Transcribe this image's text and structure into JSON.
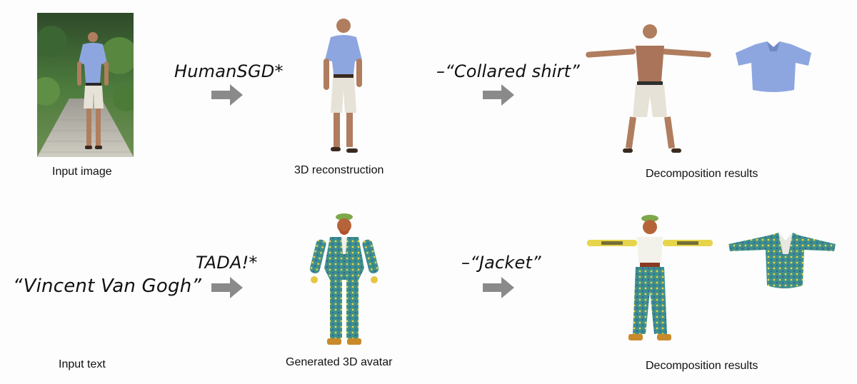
{
  "row1": {
    "input_caption": "Input image",
    "method_label": "HumanSGD*",
    "recon_caption": "3D reconstruction",
    "removal_label": "–“Collared shirt”",
    "result_caption": "Decomposition results"
  },
  "row2": {
    "input_text": "“Vincent Van Gogh”",
    "input_caption": "Input text",
    "method_label": "TADA!*",
    "avatar_caption": "Generated 3D avatar",
    "removal_label": "–“Jacket”",
    "result_caption": "Decomposition results"
  },
  "colors": {
    "arrow": "#8a8a8a",
    "shirt": "#8ea6e0",
    "shorts": "#e6e2d8",
    "skin": "#b07d5e",
    "jacket": "#3f8f8a",
    "jacket_spots": "#e6d54a",
    "background_foliage": "#3f6b35"
  }
}
